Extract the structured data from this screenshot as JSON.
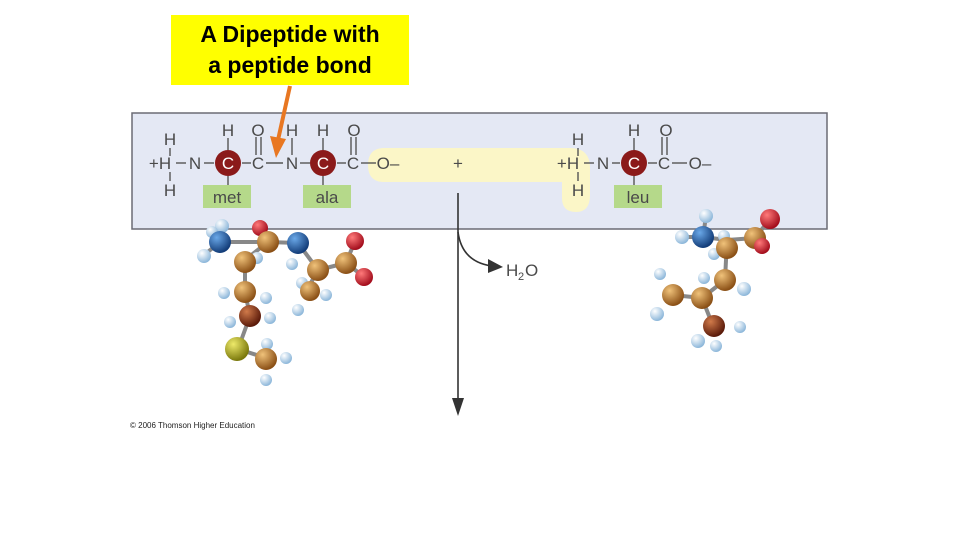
{
  "title": {
    "line1": "A Dipeptide with",
    "line2": "a peptide bond"
  },
  "formula": {
    "h": "H",
    "n": "N",
    "c": "C",
    "o": "O",
    "plus_h": "+H",
    "o_minus": "O–",
    "plus": "+"
  },
  "residues": {
    "met": "met",
    "ala": "ala",
    "leu": "leu"
  },
  "product": {
    "h2": "H",
    "sub": "2",
    "o": "O"
  },
  "credit": "© 2006 Thomson Higher Education",
  "colors": {
    "title_bg": "#ffff00",
    "panel_bg": "#e4e8f4",
    "alpha_carbon": "#8b1a1a",
    "residue_tag": "#b5d98a",
    "highlight": "#fbf6c7",
    "arrow": "#e87722",
    "carbon_ball": "#b8722a",
    "nitrogen_ball": "#1f5fa8",
    "oxygen_ball": "#d3192b",
    "hydrogen_ball": "#a9cbe6",
    "sulfur_ball": "#b5b21e"
  }
}
